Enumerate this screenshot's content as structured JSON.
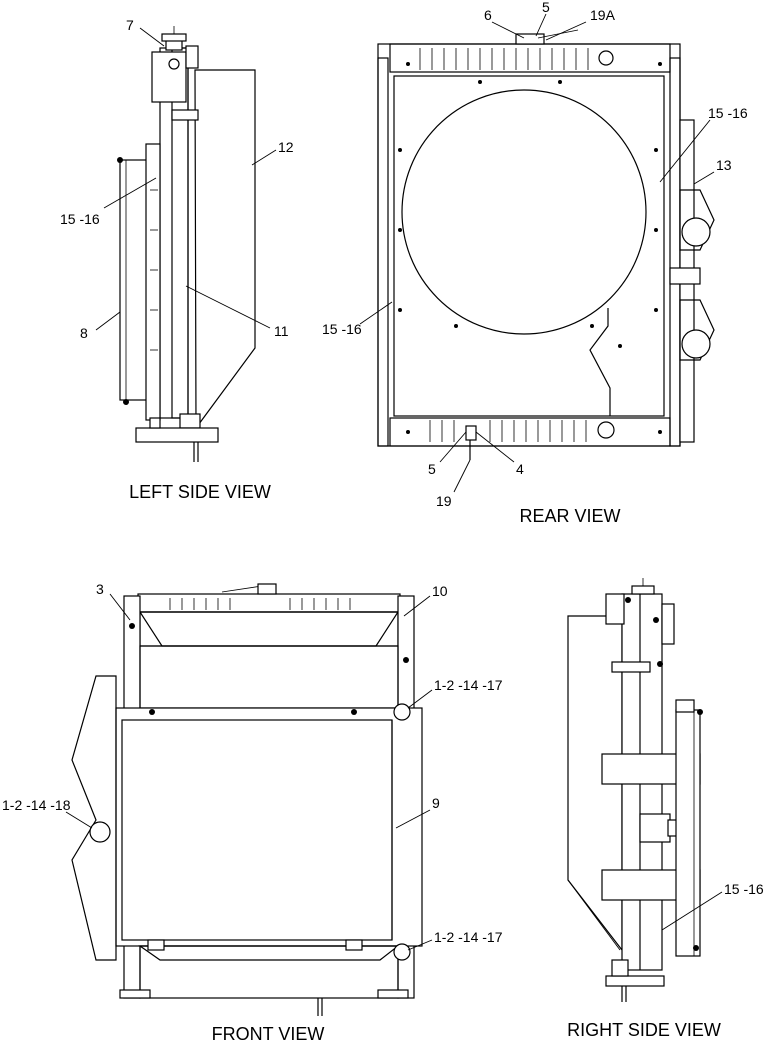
{
  "views": {
    "left_side": "LEFT SIDE VIEW",
    "rear": "REAR VIEW",
    "front": "FRONT VIEW",
    "right_side": "RIGHT SIDE VIEW"
  },
  "callouts": {
    "left_side": [
      "7",
      "12",
      "15 -16",
      "8",
      "11"
    ],
    "rear": [
      "6",
      "5",
      "19A",
      "15 -16",
      "13",
      "15 -16",
      "5",
      "4",
      "19"
    ],
    "front": [
      "3",
      "10",
      "1-2 -14 -17",
      "1-2 -14 -18",
      "9",
      "1-2 -14 -17"
    ],
    "right_side": [
      "15 -16"
    ]
  }
}
